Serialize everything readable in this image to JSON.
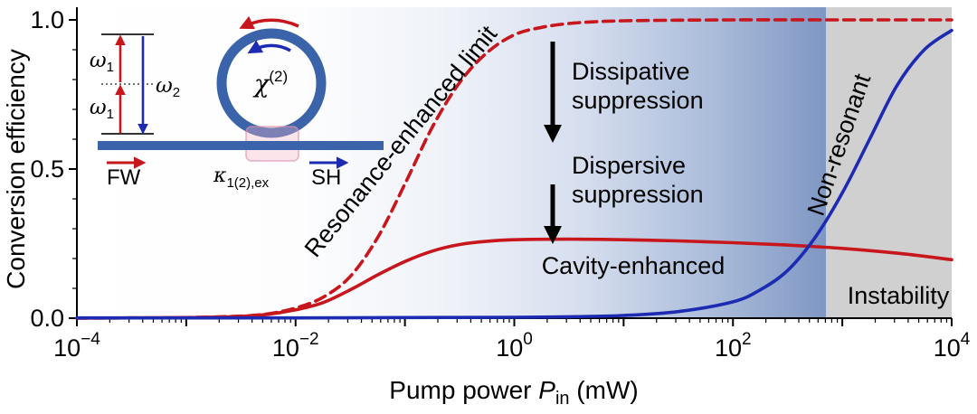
{
  "figure": {
    "ylabel": "Conversion efficiency",
    "xlabel": {
      "prefix": "Pump power ",
      "symbol": "P",
      "subscript": "in",
      "suffix": " (mW)"
    }
  },
  "annotations": {
    "resonance_limit": "Resonance-enhanced limit",
    "dissipative": {
      "line1": "Dissipative",
      "line2": "suppression"
    },
    "dispersive": {
      "line1": "Dispersive",
      "line2": "suppression"
    },
    "cavity_enhanced": "Cavity-enhanced",
    "non_resonant": "Non-resonant",
    "instability": "Instability"
  },
  "inset": {
    "omega1_upper": {
      "sym": "ω",
      "sub": "1"
    },
    "omega1_lower": {
      "sym": "ω",
      "sub": "1"
    },
    "omega2": {
      "sym": "ω",
      "sub": "2"
    },
    "chi": {
      "sym": "χ",
      "sup": "(2)"
    },
    "kappa": {
      "sym": "κ",
      "sub": "1(2),ex"
    },
    "fw_label": "FW",
    "sh_label": "SH"
  },
  "colors": {
    "curve_red": "#c8161d",
    "curve_blue": "#1c2bb2",
    "waveguide_blue": "#3b63aa",
    "gradient_blue": "#7f97c3",
    "instability_grey": "#d0d0d0",
    "text": "#000000"
  },
  "chart_data": {
    "type": "line",
    "xscale": "log10",
    "xlabel": "Pump power P_in (mW)",
    "ylabel": "Conversion efficiency",
    "xlim_log10": [
      -4,
      4
    ],
    "ylim": [
      0,
      1.04
    ],
    "x_labeled_ticks": [
      {
        "log10": -4,
        "base": "10",
        "exp": "−4"
      },
      {
        "log10": -2,
        "base": "10",
        "exp": "−2"
      },
      {
        "log10": 0,
        "base": "10",
        "exp": "0"
      },
      {
        "log10": 2,
        "base": "10",
        "exp": "2"
      },
      {
        "log10": 4,
        "base": "10",
        "exp": "4"
      }
    ],
    "x_major_ticks_log10": [
      -4,
      -3,
      -2,
      -1,
      0,
      1,
      2,
      3,
      4
    ],
    "y_major_ticks": [
      0,
      0.5,
      1.0
    ],
    "y_minor_step": 0.1,
    "grid": false,
    "legend": "inline curve labels",
    "regions": {
      "instability_from_log10": 2.85,
      "instability_to_log10": 4
    },
    "series": [
      {
        "name": "Resonance-enhanced limit",
        "style": "dashed",
        "color": "#c8161d",
        "points": [
          [
            -4,
            0.0
          ],
          [
            -3.5,
            0.001
          ],
          [
            -3,
            0.002
          ],
          [
            -2.5,
            0.007
          ],
          [
            -2.25,
            0.015
          ],
          [
            -2,
            0.034
          ],
          [
            -1.75,
            0.07
          ],
          [
            -1.5,
            0.14
          ],
          [
            -1.25,
            0.27
          ],
          [
            -1,
            0.45
          ],
          [
            -0.75,
            0.64
          ],
          [
            -0.5,
            0.79
          ],
          [
            -0.25,
            0.89
          ],
          [
            0,
            0.95
          ],
          [
            0.25,
            0.975
          ],
          [
            0.5,
            0.988
          ],
          [
            0.75,
            0.994
          ],
          [
            1,
            0.997
          ],
          [
            1.5,
            0.999
          ],
          [
            2,
            1.0
          ],
          [
            3,
            1.0
          ],
          [
            4,
            1.0
          ]
        ]
      },
      {
        "name": "Cavity-enhanced",
        "style": "solid",
        "color": "#c8161d",
        "points": [
          [
            -4,
            0.0
          ],
          [
            -3.5,
            0.001
          ],
          [
            -3,
            0.002
          ],
          [
            -2.5,
            0.006
          ],
          [
            -2.25,
            0.013
          ],
          [
            -2,
            0.028
          ],
          [
            -1.75,
            0.052
          ],
          [
            -1.5,
            0.095
          ],
          [
            -1.25,
            0.145
          ],
          [
            -1,
            0.19
          ],
          [
            -0.75,
            0.225
          ],
          [
            -0.5,
            0.247
          ],
          [
            -0.25,
            0.258
          ],
          [
            0,
            0.263
          ],
          [
            0.5,
            0.265
          ],
          [
            1,
            0.263
          ],
          [
            1.5,
            0.259
          ],
          [
            2,
            0.253
          ],
          [
            2.5,
            0.245
          ],
          [
            3,
            0.234
          ],
          [
            3.5,
            0.218
          ],
          [
            4,
            0.196
          ]
        ]
      },
      {
        "name": "Non-resonant",
        "style": "solid",
        "color": "#1c2bb2",
        "points": [
          [
            -4,
            0.001
          ],
          [
            -3,
            0.001
          ],
          [
            -2,
            0.001
          ],
          [
            -1,
            0.002
          ],
          [
            0,
            0.003
          ],
          [
            0.5,
            0.005
          ],
          [
            1,
            0.009
          ],
          [
            1.5,
            0.022
          ],
          [
            2,
            0.055
          ],
          [
            2.25,
            0.095
          ],
          [
            2.5,
            0.16
          ],
          [
            2.75,
            0.27
          ],
          [
            3,
            0.42
          ],
          [
            3.25,
            0.6
          ],
          [
            3.5,
            0.78
          ],
          [
            3.75,
            0.9
          ],
          [
            4,
            0.965
          ]
        ]
      }
    ]
  }
}
